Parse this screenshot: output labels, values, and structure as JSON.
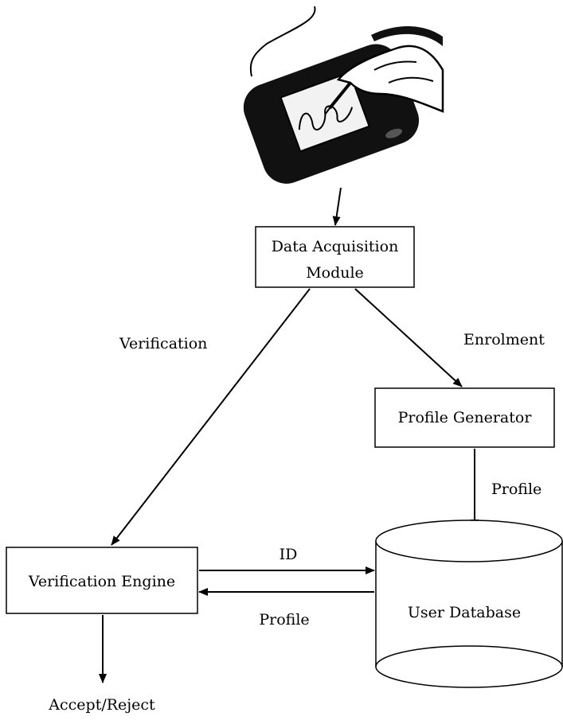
{
  "diagram": {
    "nodes": {
      "data_acquisition": {
        "line1": "Data Acquisition",
        "line2": "Module"
      },
      "profile_generator": {
        "label": "Profile Generator"
      },
      "verification_engine": {
        "label": "Verification Engine"
      },
      "user_database": {
        "label": "User Database"
      }
    },
    "edges": {
      "verification": "Verification",
      "enrolment": "Enrolment",
      "profile_to_db": "Profile",
      "id_to_db": "ID",
      "profile_to_engine": "Profile"
    },
    "output": "Accept/Reject"
  }
}
